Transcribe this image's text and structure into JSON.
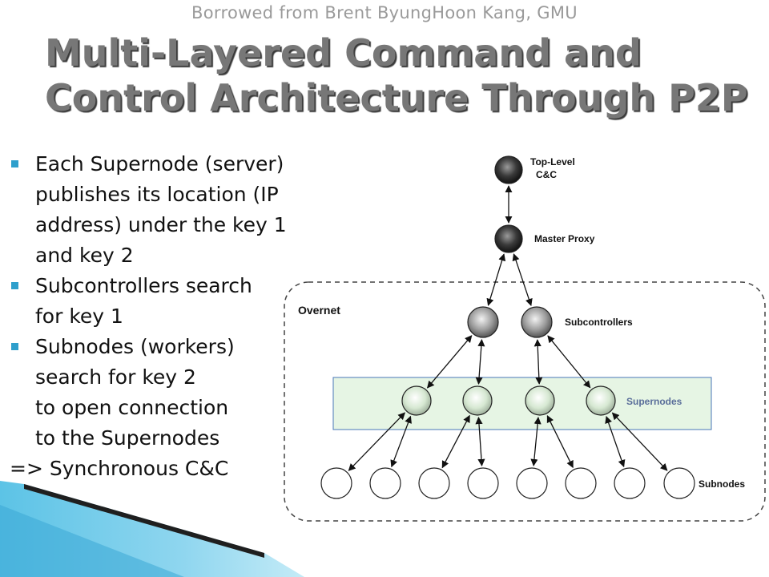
{
  "credit": "Borrowed from Brent ByungHoon Kang, GMU",
  "title": {
    "line1": "Multi-Layered Command and",
    "line2": "Control Architecture Through P2P"
  },
  "bullets": [
    {
      "lines": [
        "Each Supernode (server)",
        "publishes its location (IP",
        "address) under the key 1",
        "and key 2"
      ]
    },
    {
      "lines": [
        "Subcontrollers search",
        "for key 1"
      ]
    },
    {
      "lines": [
        "Subnodes (workers)",
        "search for key 2",
        "to open connection",
        "to  the Supernodes"
      ]
    }
  ],
  "tail": "=> Synchronous C&C",
  "diagram": {
    "labels": {
      "top": [
        "Top-Level",
        "C&C"
      ],
      "master": "Master Proxy",
      "overnet": "Overnet",
      "subcontrollers": "Subcontrollers",
      "supernodes": "Supernodes",
      "subnodes": "Subnodes"
    },
    "counts": {
      "subcontrollers": 2,
      "supernodes": 4,
      "subnodes": 8
    }
  },
  "colors": {
    "accent": "#2e9fcc",
    "supernode_band": "#e6f5e4",
    "supernode_border": "#4a76b8",
    "title": "#777777"
  }
}
